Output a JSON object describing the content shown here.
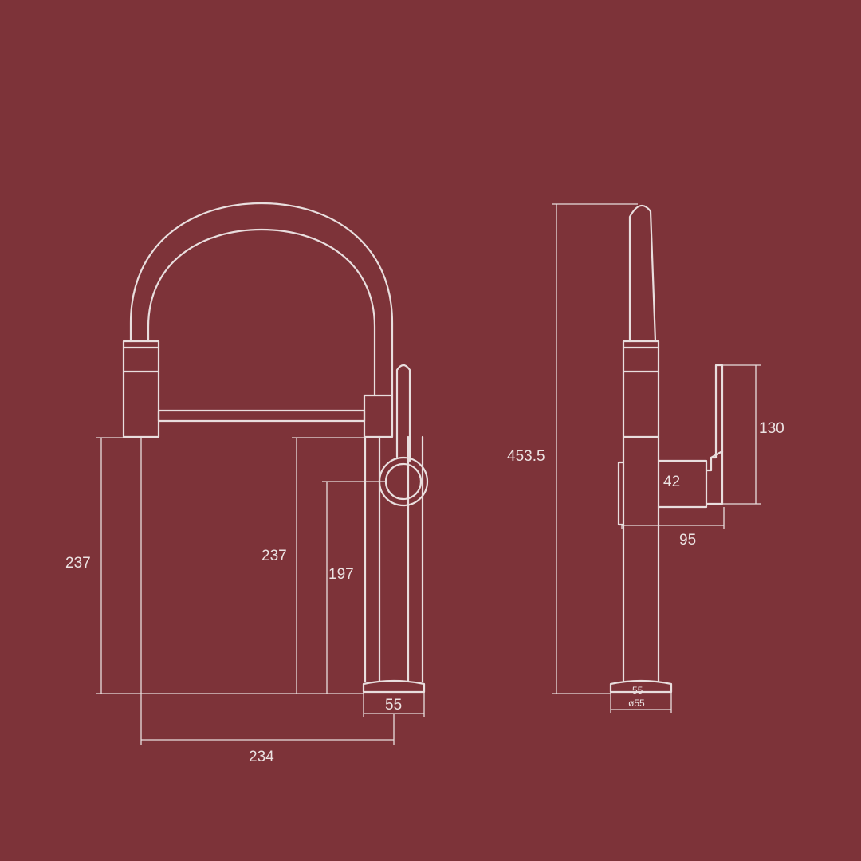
{
  "background_color": "#7d3339",
  "line_color": "#e9dede",
  "front_view": {
    "labels": {
      "left_height": "237",
      "middle_height": "237",
      "handle_height": "197",
      "base_width": "55",
      "reach": "234"
    }
  },
  "side_view": {
    "labels": {
      "total_height": "453.5",
      "handle_length": "130",
      "handle_block": "42",
      "handle_depth": "95",
      "base_top": "55",
      "base_diameter": "ø55"
    }
  }
}
